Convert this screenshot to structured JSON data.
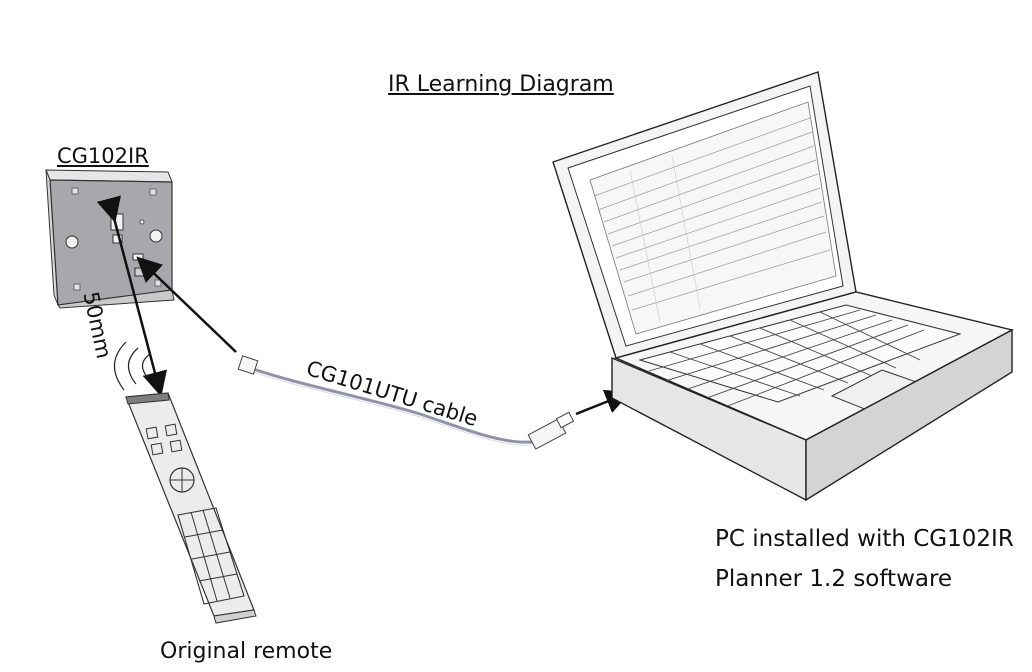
{
  "diagram": {
    "title": "IR Learning Diagram",
    "device_label": "CG102IR",
    "distance_label": "50mm",
    "cable_label": "CG101UTU cable",
    "remote_label": "Original remote",
    "pc_label_line1": "PC installed with CG102IR",
    "pc_label_line2": "Planner 1.2 software"
  },
  "colors": {
    "device_face": "#a8a8ac",
    "device_side": "#d8d8da",
    "cable": "#8e93ab",
    "remote_body": "#ececec",
    "laptop_body": "#f4f4f4",
    "ink": "#111111"
  },
  "icons": [
    "ir-device-icon",
    "remote-control-icon",
    "usb-cable-icon",
    "laptop-icon",
    "ir-signal-waves-icon",
    "arrow-icon"
  ]
}
